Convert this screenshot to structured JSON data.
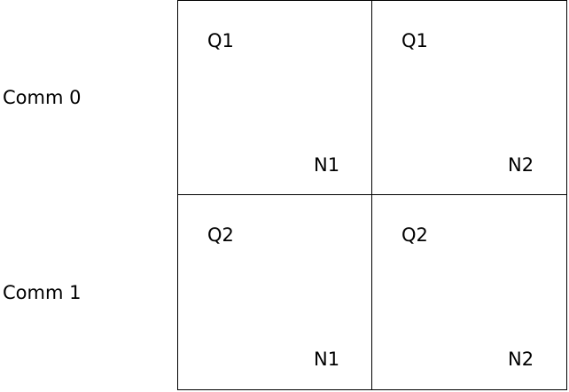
{
  "rows": [
    {
      "label": "Comm 0"
    },
    {
      "label": "Comm 1"
    }
  ],
  "cells": [
    [
      {
        "q": "Q1",
        "n": "N1"
      },
      {
        "q": "Q1",
        "n": "N2"
      }
    ],
    [
      {
        "q": "Q2",
        "n": "N1"
      },
      {
        "q": "Q2",
        "n": "N2"
      }
    ]
  ],
  "colors": {
    "line": "#000000",
    "background": "#ffffff",
    "text": "#000000"
  }
}
